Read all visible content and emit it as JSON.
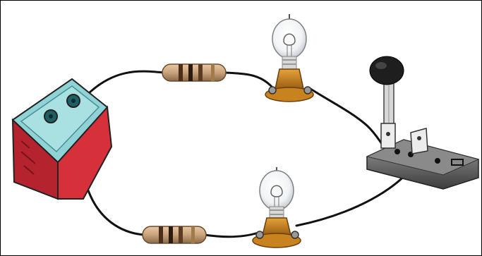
{
  "diagram": {
    "components": [
      {
        "id": "battery",
        "name": "battery-icon"
      },
      {
        "id": "resistor_top",
        "name": "resistor-icon"
      },
      {
        "id": "bulb_top",
        "name": "light-bulb-icon"
      },
      {
        "id": "knife_switch",
        "name": "knife-switch-icon"
      },
      {
        "id": "bulb_bottom",
        "name": "light-bulb-icon"
      },
      {
        "id": "resistor_bottom",
        "name": "resistor-icon"
      }
    ],
    "colors": {
      "battery_body": "#d6303a",
      "battery_top": "#8fd3d6",
      "resistor_body": "#c9a27a",
      "resistor_band_dark": "#4a2e1a",
      "bulb_base": "#c8821e",
      "switch_base": "#5a5a5a",
      "switch_knob": "#1e1e1e",
      "wire": "#111111",
      "frame": "#000000"
    }
  }
}
